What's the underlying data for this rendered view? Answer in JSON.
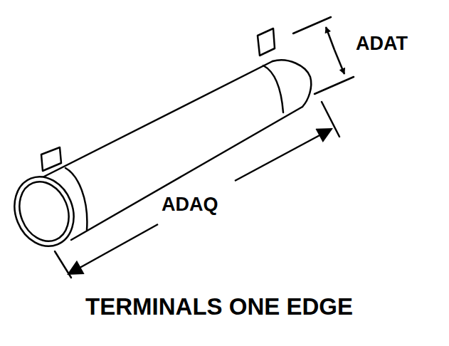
{
  "diagram": {
    "caption": "TERMINALS ONE EDGE",
    "labels": [
      "ADAT",
      "ADAQ"
    ]
  }
}
